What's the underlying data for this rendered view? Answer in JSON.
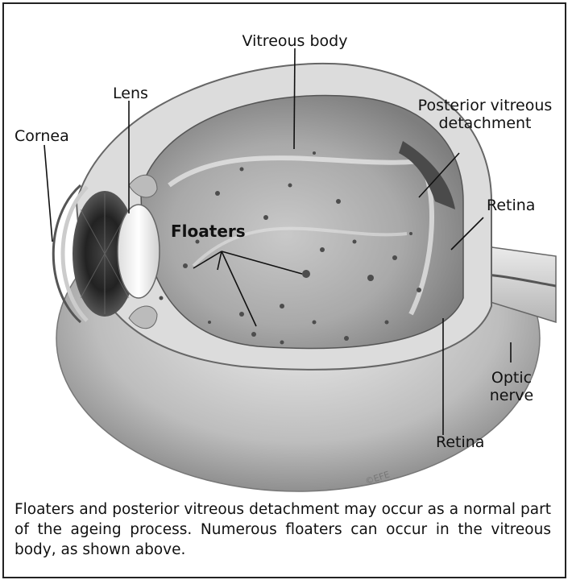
{
  "labels": {
    "vitreous_body": "Vitreous body",
    "lens": "Lens",
    "cornea": "Cornea",
    "posterior_vitreous_detachment": "Posterior vitreous detachment",
    "retina_top": "Retina",
    "floaters": "Floaters",
    "optic_nerve": "Optic nerve",
    "retina_bottom": "Retina"
  },
  "watermark": "©EFE",
  "caption": "Floaters and posterior vitreous detachment may occur as a normal part of the ageing process. Numerous floaters can occur in the vitreous body, as shown above."
}
